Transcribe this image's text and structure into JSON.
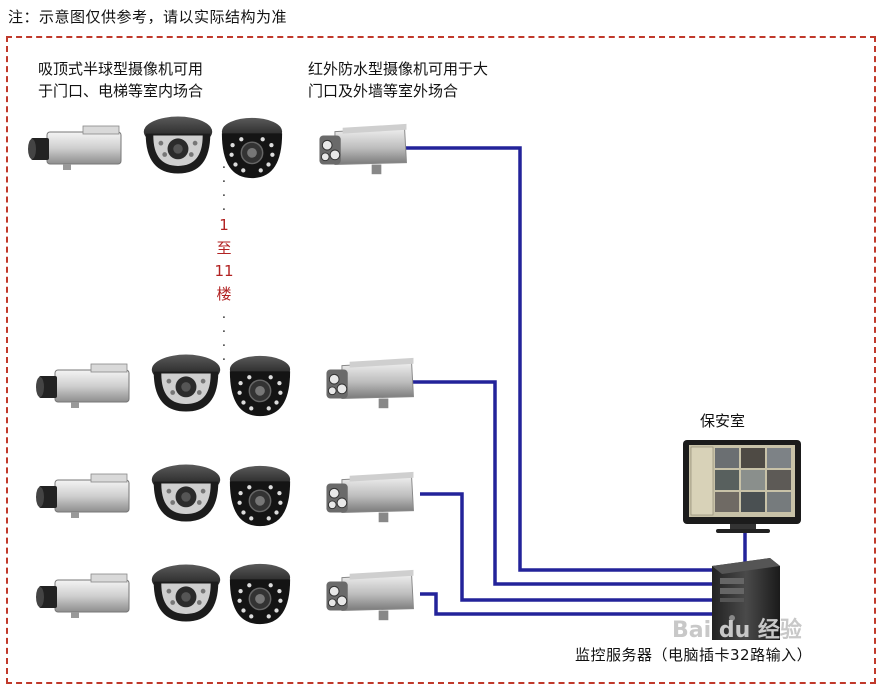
{
  "note": "注：示意图仅供参考，请以实际结构为准",
  "captions": {
    "indoor_line1": "吸顶式半球型摄像机可用",
    "indoor_line2": "于门口、电梯等室内场合",
    "outdoor_line1": "红外防水型摄像机可用于大",
    "outdoor_line2": "门口及外墙等室外场合"
  },
  "floor_range": [
    "1",
    "至",
    "11",
    "楼"
  ],
  "labels": {
    "guard_room": "保安室",
    "server": "监控服务器（电脑插卡32路输入）"
  },
  "watermark": "Bai du 经验",
  "colors": {
    "cable": "#23239a",
    "frame": "#c0392b",
    "floor_text": "#b22222"
  },
  "icons": [
    "box-camera-icon",
    "dome-camera-icon",
    "ir-dome-camera-icon",
    "ir-bullet-camera-icon",
    "monitor-icon",
    "server-tower-icon"
  ]
}
